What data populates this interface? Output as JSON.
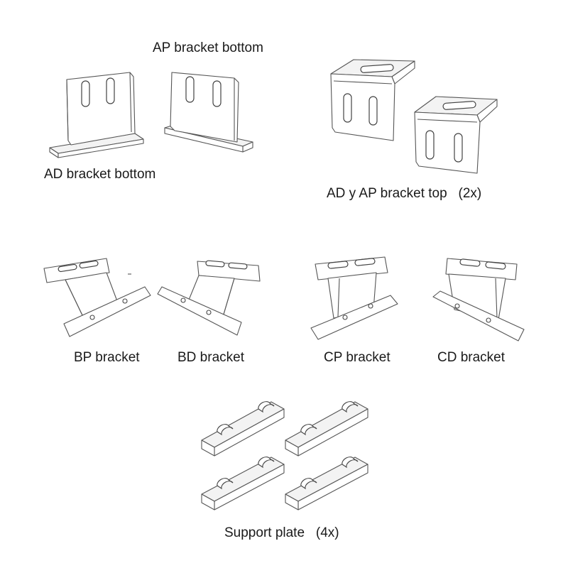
{
  "labels": {
    "ap_bottom": "AP bracket bottom",
    "ad_bottom": "AD bracket bottom",
    "top": "AD y AP bracket top   (2x)",
    "bp": "BP bracket",
    "bd": "BD bracket",
    "cp": "CP bracket",
    "cd": "CD bracket",
    "support": "Support plate   (4x)"
  },
  "colors": {
    "line": "#555555",
    "text": "#1a1a1a",
    "background": "#ffffff"
  }
}
